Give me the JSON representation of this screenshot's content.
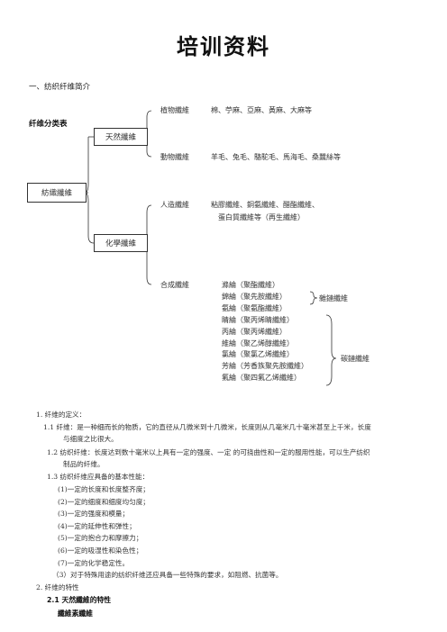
{
  "title": "培训资料",
  "section1": "一、纺织纤维简介",
  "classification_label": "纤维分类表",
  "tree": {
    "root": "紡織纖維",
    "natural": "天然纖維",
    "chemical": "化學纖維",
    "plant": {
      "label": "植物纖維",
      "items": "棉、苧麻、亞麻、黃麻、大麻等"
    },
    "animal": {
      "label": "動物纖維",
      "items": "羊毛、兔毛、駱駝毛、馬海毛、桑蠶絲等"
    },
    "manmade": {
      "label": "人造纖維",
      "items_line1": "粘膠纖維、銅氨纖維、醋酯纖維、",
      "items_line2": "蛋白質纖維等（再生纖維）"
    },
    "synthetic": {
      "label": "合成纖維",
      "items": [
        "滌綸（聚酯纖維）",
        "錦綸（聚先胺纖維）",
        "氨綸（聚氨酯纖維）",
        "睛綸（聚丙烯睛纖維）",
        "丙綸（聚丙烯纖維）",
        "維綸（聚乙烯醇纖維）",
        "氯綸（聚氯乙烯纖維）",
        "芳綸（芳香族聚先胺纖維）",
        "氟綸（聚四氟乙烯纖維）"
      ],
      "hetero_chain": "雜鏈纖維",
      "carbon_chain": "碳鏈纖維"
    }
  },
  "body": {
    "l1": "1.  纤维的定义：",
    "l2": "1.1  纤维：是一种细而长的物质，它的直径从几微米到十几微米，长度则从几毫米几十毫米甚至上千米，长度",
    "l3": "与细度之比很大。",
    "l4": "1.2  纺织纤维：长度达到数十毫米以上具有一定的强度、一定  的可挠曲性和一定的服用性能，可以生产纺织",
    "l5": "制品的纤维。",
    "l6": "1.3 纺织纤维应具备的基本性能：",
    "props": [
      "(1)一定的长度和长度整齐度；",
      "(2)一定的细度和细度均匀度；",
      "(3)一定的强度和模量；",
      "(4)一定的延伸性和弹性；",
      "(5)一定的抱合力和摩擦力；",
      "(6)一定的吸湿性和染色性；",
      "(7)一定的化学稳定性。"
    ],
    "l7": "（3）对于特殊用途的纺织纤维还应具备一些特殊的要求，如阻燃、抗菌等。",
    "l8": "2.  纤维的特性",
    "l9": "2.1 天然纖維的特性",
    "l10": "纖維素纖維"
  }
}
